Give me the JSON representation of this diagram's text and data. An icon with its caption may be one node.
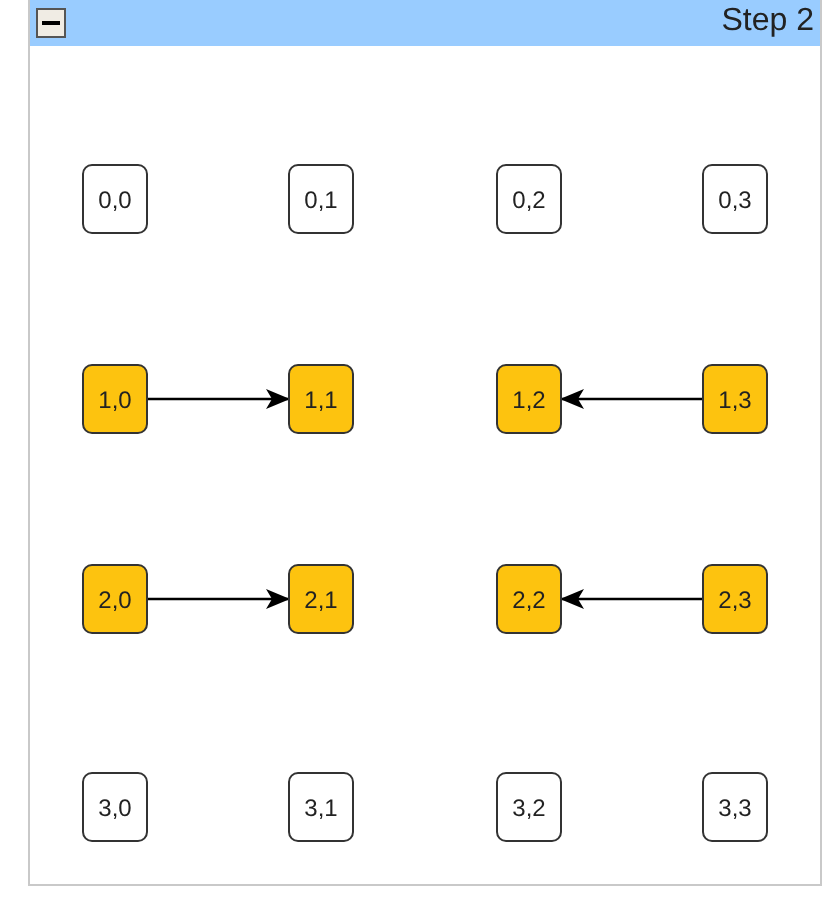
{
  "diagram": {
    "nodes": [
      {
        "text": [
          "Step 2"
        ]
      },
      {
        "text": [
          "0,0"
        ],
        "in": 0
      },
      {
        "text": [
          "0,1"
        ],
        "in": 0
      },
      {
        "text": [
          "0,2"
        ],
        "in": 0
      },
      {
        "text": [
          "0,3"
        ],
        "in": 0
      },
      {
        "text": [
          "1,0"
        ],
        "in": 0
      },
      {
        "text": [
          "1,1"
        ],
        "in": 0
      },
      {
        "text": [
          "1,2"
        ],
        "in": 0
      },
      {
        "text": [
          "1,3"
        ],
        "in": 0
      },
      {
        "text": [
          "2,0"
        ],
        "in": 0
      },
      {
        "text": [
          "2,1"
        ],
        "in": 0
      },
      {
        "text": [
          "2,2"
        ],
        "in": 0
      },
      {
        "text": [
          "2,3"
        ],
        "in": 0
      },
      {
        "text": [
          "3,0"
        ],
        "in": 0
      },
      {
        "text": [
          "3,1"
        ],
        "in": 0
      },
      {
        "text": [
          "3,2"
        ],
        "in": 0
      },
      {
        "text": [
          "3,3"
        ],
        "in": 0
      }
    ],
    "edges": [
      {
        "from": 5,
        "to": 6,
        "arrow": "to"
      },
      {
        "from": 8,
        "to": 7,
        "arrow": "to"
      },
      {
        "from": 9,
        "to": 10,
        "arrow": "to"
      },
      {
        "from": 12,
        "to": 11,
        "arrow": "to"
      }
    ]
  }
}
